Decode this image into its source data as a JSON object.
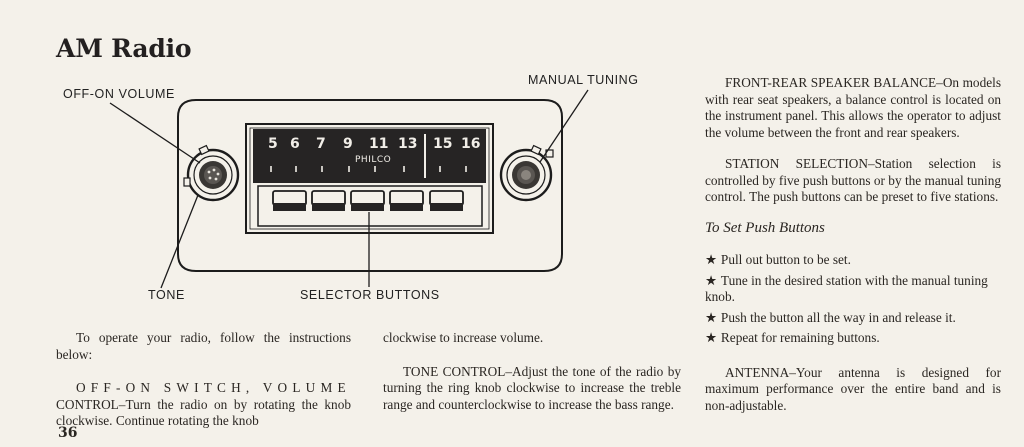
{
  "heading": {
    "title": "AM Radio"
  },
  "figure": {
    "labels": {
      "volume": "OFF-ON VOLUME",
      "tuning": "MANUAL TUNING",
      "tone": "TONE",
      "selector": "SELECTOR BUTTONS"
    },
    "dial": {
      "numbers": [
        "5",
        "6",
        "7",
        "9",
        "11",
        "13",
        "15",
        "16"
      ],
      "brand": "PHILCO"
    }
  },
  "text": {
    "intro": "To operate your radio, follow the instructions below:",
    "switch_lead": "OFF-ON SWITCH, VOLUME",
    "switch_body": "CONTROL–Turn the radio on by rotating the knob clockwise. Continue rotating the knob",
    "switch_cont": "clockwise to increase volume.",
    "tone": "TONE CONTROL–Adjust the tone of the radio by turning the ring knob clockwise to increase the treble range and counterclockwise to increase the bass range.",
    "balance": "FRONT-REAR SPEAKER BALANCE–On models with rear seat speakers, a balance control is located on the instrument panel. This allows the operator to adjust the volume between the front and rear speakers.",
    "station": "STATION SELECTION–Station selection is controlled by five push buttons or by the manual tuning control. The push buttons can be preset to five stations.",
    "push_heading": "To Set Push Buttons",
    "push_steps": [
      "Pull out button to be set.",
      "Tune in the desired station with the manual tuning knob.",
      "Push the button all the way in and release it.",
      "Repeat for remaining buttons."
    ],
    "antenna": "ANTENNA–Your antenna is designed for maximum performance over the entire band and is non-adjustable."
  },
  "footer": {
    "page_number": "36"
  }
}
